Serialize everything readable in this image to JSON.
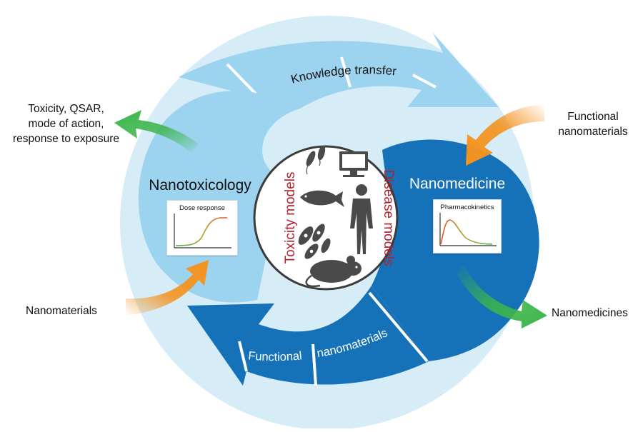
{
  "colors": {
    "outer_ring": "#d6edf8",
    "light_blue": "#9cd3ef",
    "dark_blue": "#1572b8",
    "center_disc": "#ffffff",
    "center_border": "#3b3b3b",
    "orange": "#f4931f",
    "green": "#3cb54a",
    "model_red": "#b5202e",
    "silhouette": "#4a4a4a"
  },
  "flows": {
    "knowledge_transfer": "Knowledge transfer",
    "functional_nanomaterials_left": "Functional",
    "functional_nanomaterials_right": "nanomaterials"
  },
  "nodes": {
    "nanotoxicology": "Nanotoxicology",
    "nanomedicine": "Nanomedicine"
  },
  "models": {
    "toxicity": "Toxicity models",
    "disease": "Disease models",
    "icons": [
      "microorganisms-icon",
      "computer-icon",
      "fish-icon",
      "human-icon",
      "cells-icon",
      "mouse-icon"
    ]
  },
  "external": {
    "toxicity_outputs": [
      "Toxicity, QSAR,",
      "mode of action,",
      "response to exposure"
    ],
    "functional_input": [
      "Functional",
      "nanomaterials"
    ],
    "nanomaterials_input": "Nanomaterials",
    "nanomedicines_output": "Nanomedicines"
  },
  "charts": {
    "dose_response": "Dose response",
    "pharmacokinetics": "Pharmacokinetics"
  }
}
